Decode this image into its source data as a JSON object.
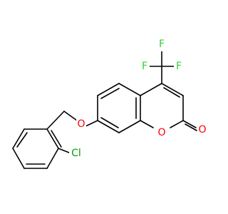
{
  "molecule": {
    "colors": {
      "background": "#ffffff",
      "bond": "#000000",
      "carbon_label": "#000000",
      "oxygen": "#ff0000",
      "fluorine": "#32cd32",
      "chlorine": "#00a000"
    },
    "labels": {
      "f_top": "F",
      "f_left": "F",
      "f_right": "F",
      "o_carbonyl": "O",
      "o_ring": "O",
      "o_ether": "O",
      "cl": "Cl"
    }
  }
}
